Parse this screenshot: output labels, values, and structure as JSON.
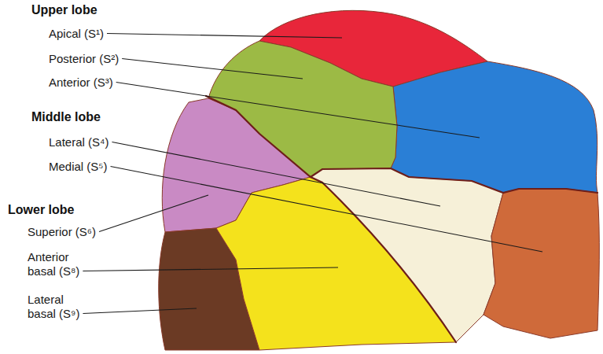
{
  "diagram": {
    "labels": [
      "Upper lobe",
      "Apical (S¹)",
      "Posterior (S²)",
      "Anterior (S³)",
      "Middle lobe",
      "Lateral (S⁴)",
      "Medial (S⁵)",
      "Lower lobe",
      "Superior (S⁶)",
      "Anterior basal (S⁸)",
      "Lateral basal (S⁹)"
    ]
  }
}
